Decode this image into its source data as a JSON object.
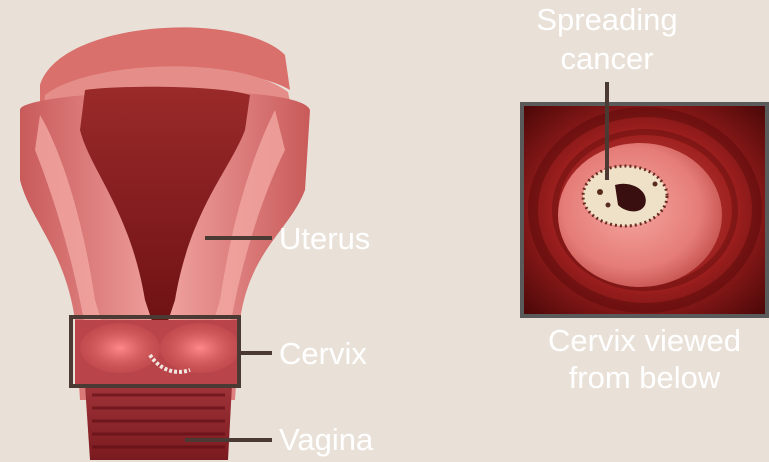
{
  "labels": {
    "uterus": "Uterus",
    "cervix": "Cervix",
    "vagina": "Vagina",
    "spreading_cancer_line1": "Spreading",
    "spreading_cancer_line2": "cancer",
    "cervix_view_line1": "Cervix viewed",
    "cervix_view_line2": "from below"
  },
  "colors": {
    "background": "#e9e1d8",
    "label_text": "#ffffff",
    "leader_line": "#4a3a33",
    "frame": "#555555",
    "tissue_outer": "#e98b86",
    "tissue_inner": "#7b1616"
  }
}
